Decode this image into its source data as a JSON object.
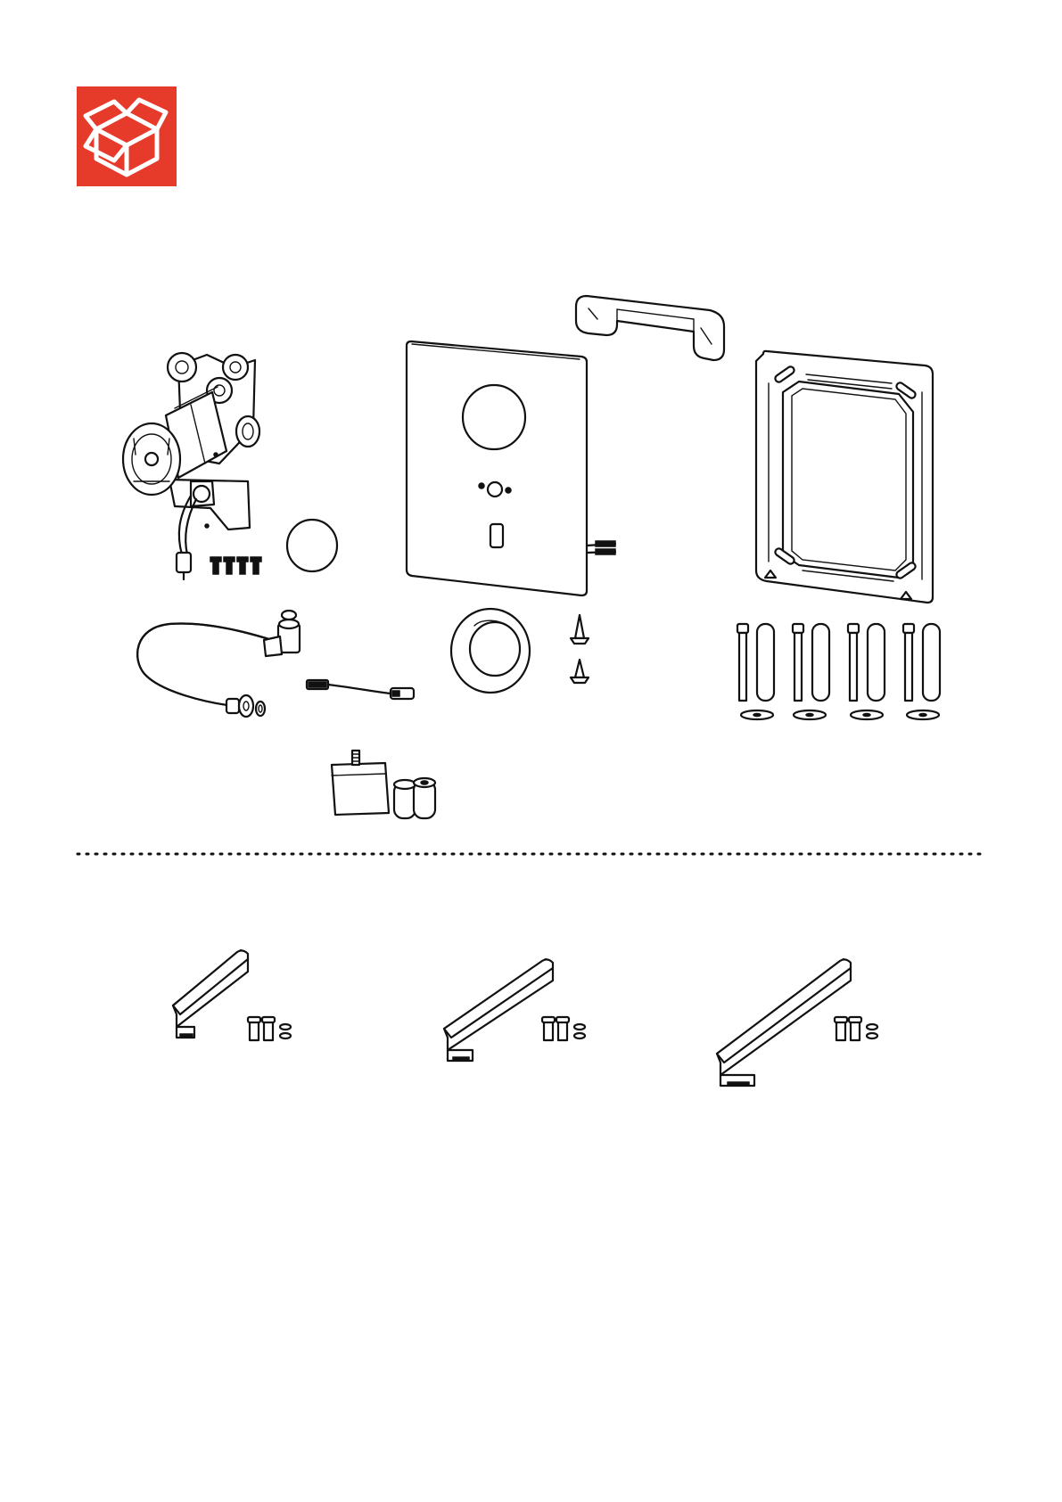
{
  "colors": {
    "brand_red": "#E63A2B",
    "line": "#111111",
    "background": "#FFFFFF"
  },
  "header": {
    "icon": "package-box-icon"
  },
  "divider": {
    "style": "dotted"
  },
  "parts": {
    "row1": [
      "concealed-valve-body",
      "sealing-disc",
      "cover-plate",
      "wall-bracket",
      "mounting-frame"
    ],
    "row2": [
      "hose",
      "connection-cable",
      "sensor-ring",
      "screws",
      "threaded-rods-and-sleeves"
    ],
    "row3": [
      "power-module",
      "batteries"
    ],
    "spouts": [
      "spout-short",
      "spout-medium",
      "spout-long"
    ]
  }
}
